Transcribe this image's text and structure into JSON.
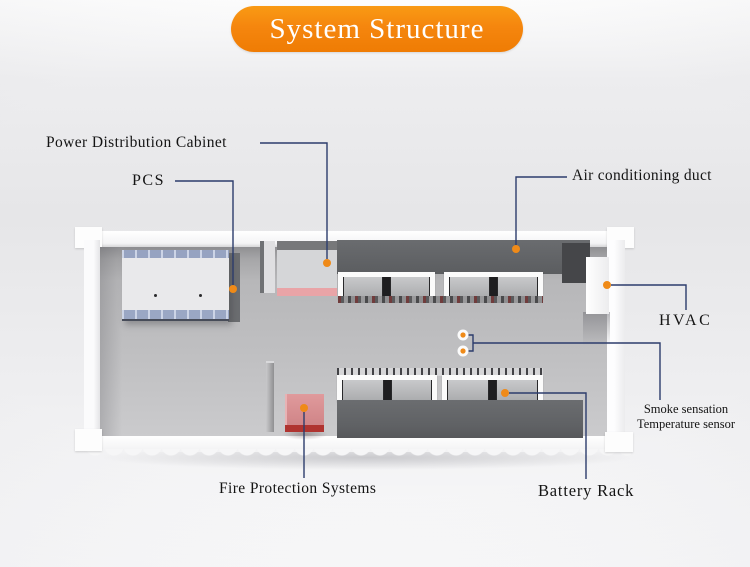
{
  "banner": {
    "title": "System Structure"
  },
  "callouts": {
    "power_distribution_cabinet": "Power Distribution Cabinet",
    "pcs": "PCS",
    "air_conditioning_duct": "Air conditioning duct",
    "hvac": "HVAC",
    "smoke_sensor": "Smoke sensation",
    "temperature_sensor": "Temperature sensor",
    "fire_protection": "Fire Protection Systems",
    "battery_rack": "Battery Rack"
  },
  "colors": {
    "banner_orange": "#f5860e",
    "callout_dot_orange": "#ef8a18",
    "leader_line_navy": "#2c3c6c",
    "duct_gray": "#5f6164",
    "rack_front_gray": "#636568",
    "fire_box_red": "#b03430",
    "fire_box_pink": "#d88d8f",
    "pcs_rail_blue": "#98a5c2",
    "pdc_strip_pink": "#e9a4a7",
    "container_white": "#fafafa",
    "floor_gray": "#bcbcbe",
    "label_text": "#141414"
  }
}
